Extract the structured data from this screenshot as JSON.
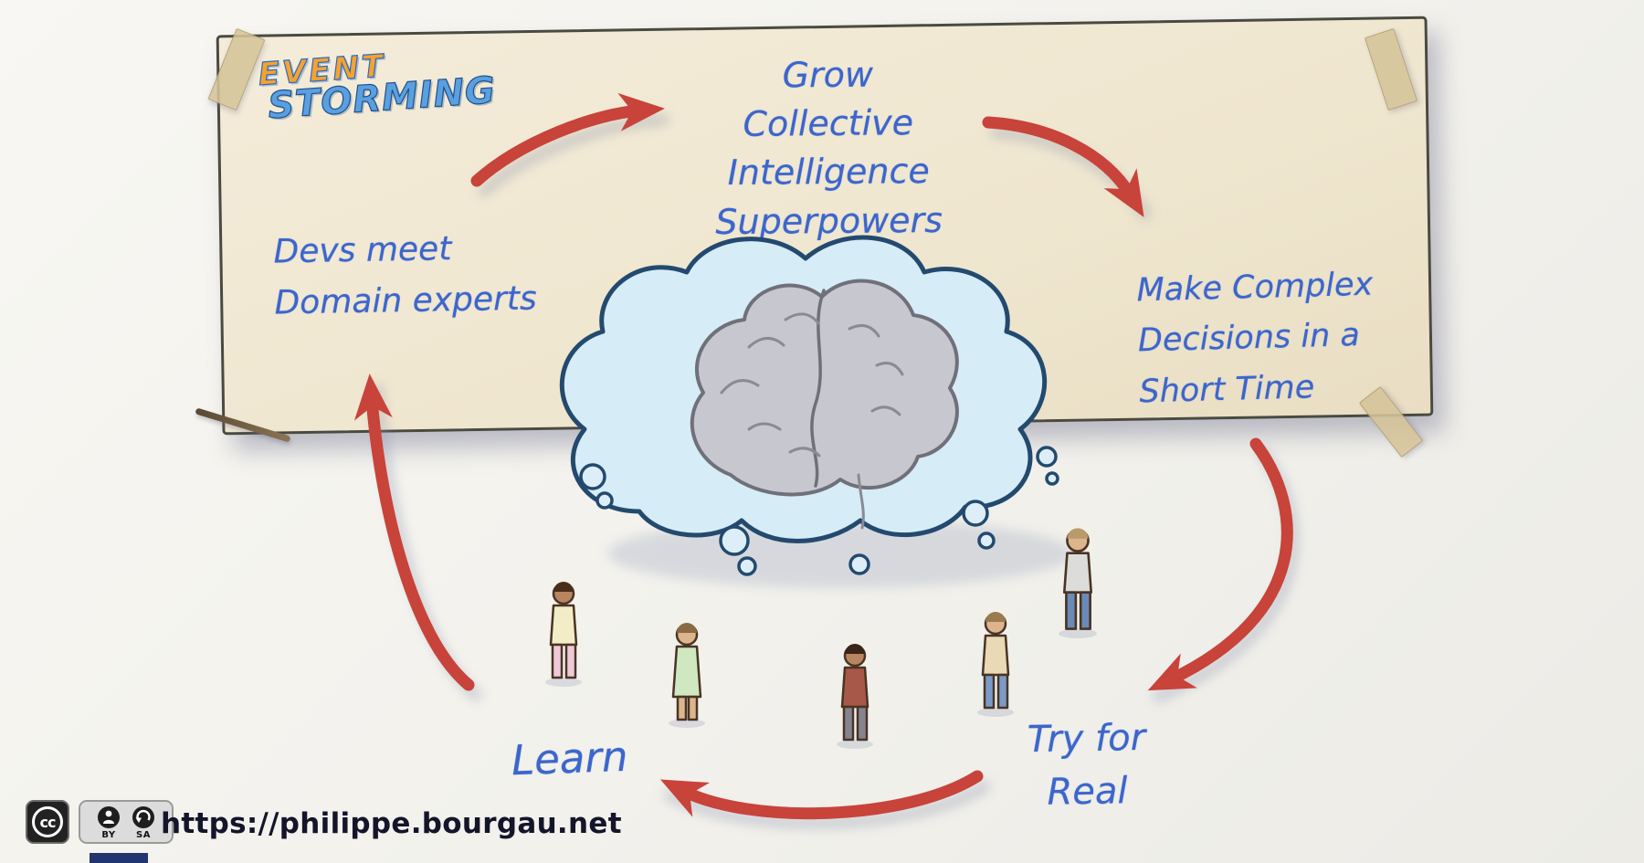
{
  "colors": {
    "paper": "#f1e9d4",
    "handwriting_blue": "#3c66cc",
    "arrow_red": "#c8433a",
    "logo_orange": "#f7a22e",
    "logo_blue": "#5aa0e0",
    "cloud_fill": "#d6ecf7",
    "brain_fill": "#c7c7d0"
  },
  "logo": {
    "event": "EVENT",
    "storming": "STORMING"
  },
  "cycle": {
    "devs_meet": "Devs meet\nDomain experts",
    "grow": "Grow\nCollective\nIntelligence\nSuperpowers",
    "decisions": "Make Complex\nDecisions in a\nShort Time",
    "try_for_real": "Try for\nReal",
    "learn": "Learn"
  },
  "footer": {
    "url": "https://philippe.bourgau.net",
    "license": {
      "cc": "cc",
      "by": "BY",
      "sa": "SA"
    }
  }
}
